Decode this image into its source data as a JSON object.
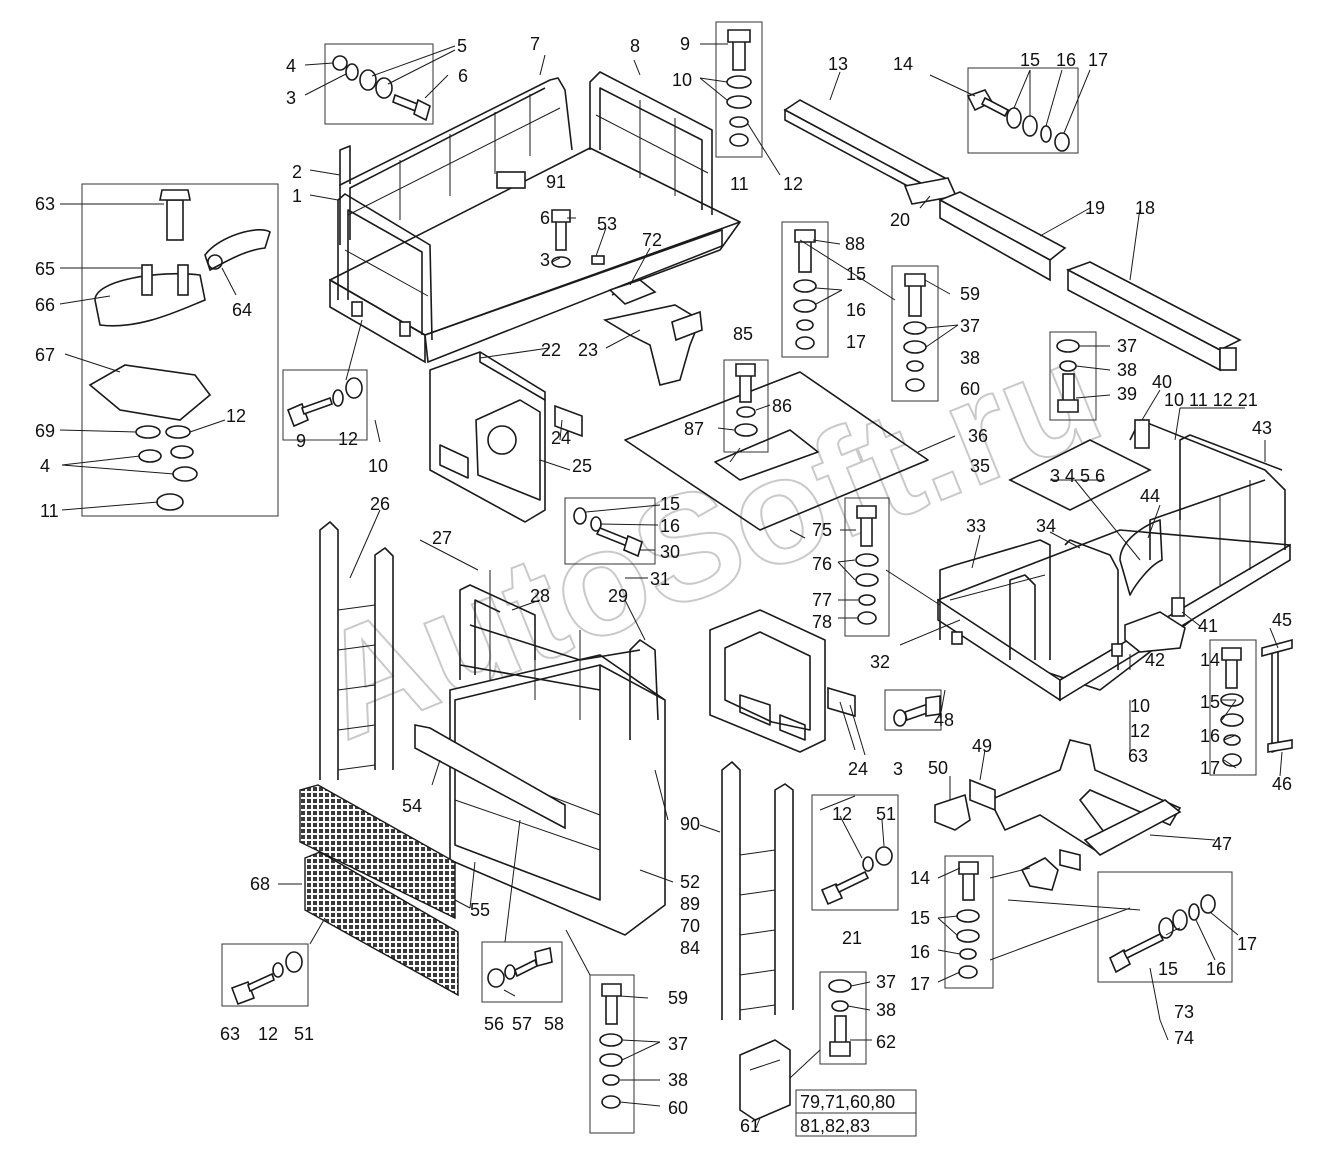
{
  "watermark": "AutoSoft.ru",
  "callouts": [
    "1",
    "2",
    "3",
    "4",
    "5",
    "6",
    "7",
    "8",
    "9",
    "10",
    "11",
    "12",
    "13",
    "14",
    "15",
    "16",
    "17",
    "18",
    "19",
    "20",
    "21",
    "22",
    "23",
    "24",
    "25",
    "26",
    "27",
    "28",
    "29",
    "30",
    "31",
    "32",
    "33",
    "34",
    "35",
    "36",
    "37",
    "38",
    "39",
    "40",
    "41",
    "42",
    "43",
    "44",
    "45",
    "46",
    "47",
    "48",
    "49",
    "50",
    "51",
    "52",
    "53",
    "54",
    "55",
    "56",
    "57",
    "58",
    "59",
    "60",
    "61",
    "62",
    "63",
    "64",
    "65",
    "66",
    "67",
    "68",
    "69",
    "70",
    "72",
    "73",
    "74",
    "75",
    "76",
    "77",
    "78",
    "84",
    "85",
    "86",
    "87",
    "88",
    "89",
    "90",
    "91"
  ],
  "groups": {
    "g_10_11_12_21": "10 11 12 21",
    "g_3_4_5_6": "3 4 5 6",
    "g_79": "79,71,60,80",
    "g_81": "81,82,83"
  },
  "colors": {
    "line": "#1a1a1a",
    "background": "#ffffff",
    "watermark": "#bcbcbc"
  }
}
